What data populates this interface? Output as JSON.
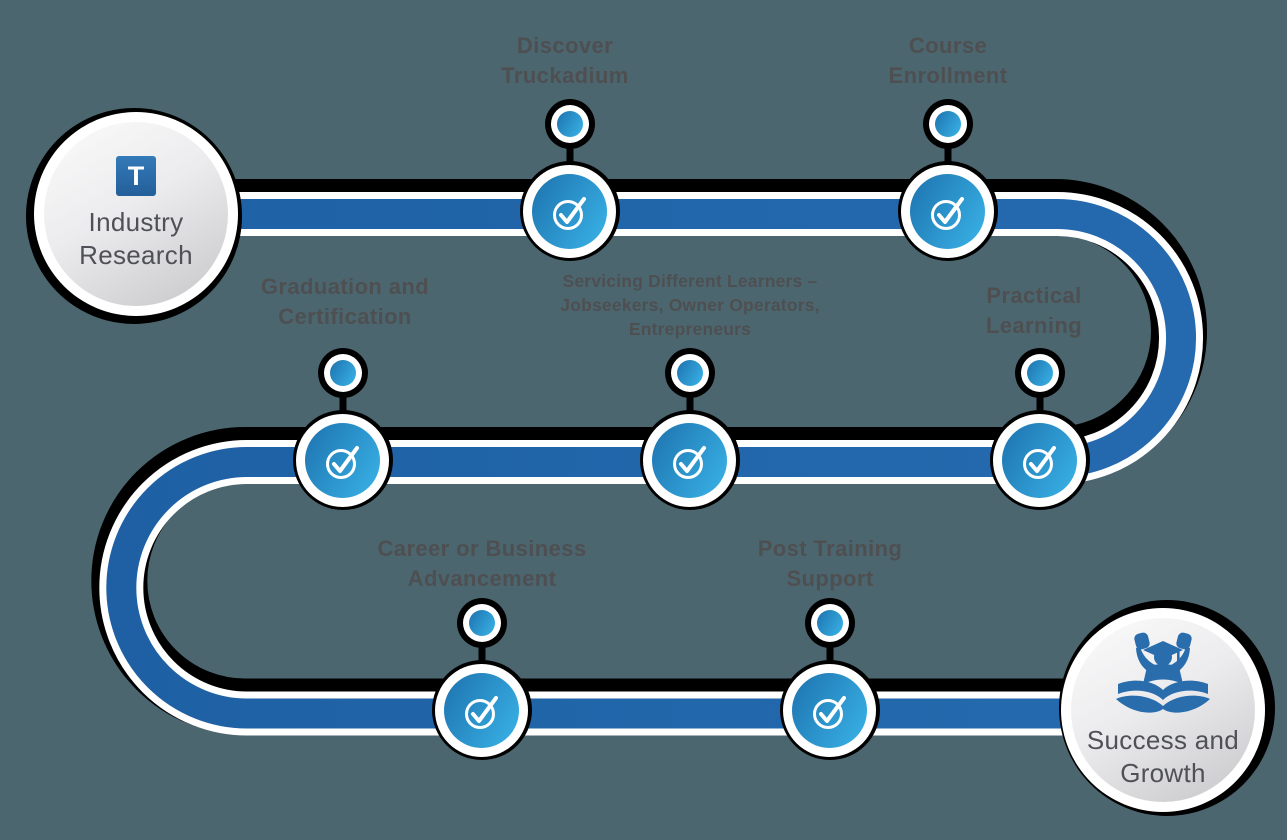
{
  "diagram": {
    "name": "Truckadium learner journey roadmap",
    "colors": {
      "background": "#4c6670",
      "ribbon_blue": "#2166a9",
      "node_gradient_start": "#1d72ae",
      "node_gradient_end": "#3ab4e8",
      "label_text": "#4e4f51",
      "brand_blue": "#2a6dad",
      "outline_black": "#000000"
    },
    "icons": {
      "start_logo": "truckadium-t-logo",
      "checkpoint": "check-circle-icon",
      "end": "graduate-success-icon"
    }
  },
  "endpoints": {
    "start": {
      "label": "Industry\nResearch",
      "logo_letter": "T"
    },
    "end": {
      "label": "Success and\nGrowth"
    }
  },
  "milestones": [
    {
      "id": "discover",
      "label": "Discover\nTruckadium"
    },
    {
      "id": "course-enrollment",
      "label": "Course\nEnrollment"
    },
    {
      "id": "practical-learning",
      "label": "Practical\nLearning"
    },
    {
      "id": "servicing-learners",
      "label": "Servicing Different Learners –\nJobseekers, Owner Operators,\nEntrepreneurs"
    },
    {
      "id": "graduation",
      "label": "Graduation and\nCertification"
    },
    {
      "id": "career-advancement",
      "label": "Career or Business\nAdvancement"
    },
    {
      "id": "post-training",
      "label": "Post Training\nSupport"
    }
  ]
}
